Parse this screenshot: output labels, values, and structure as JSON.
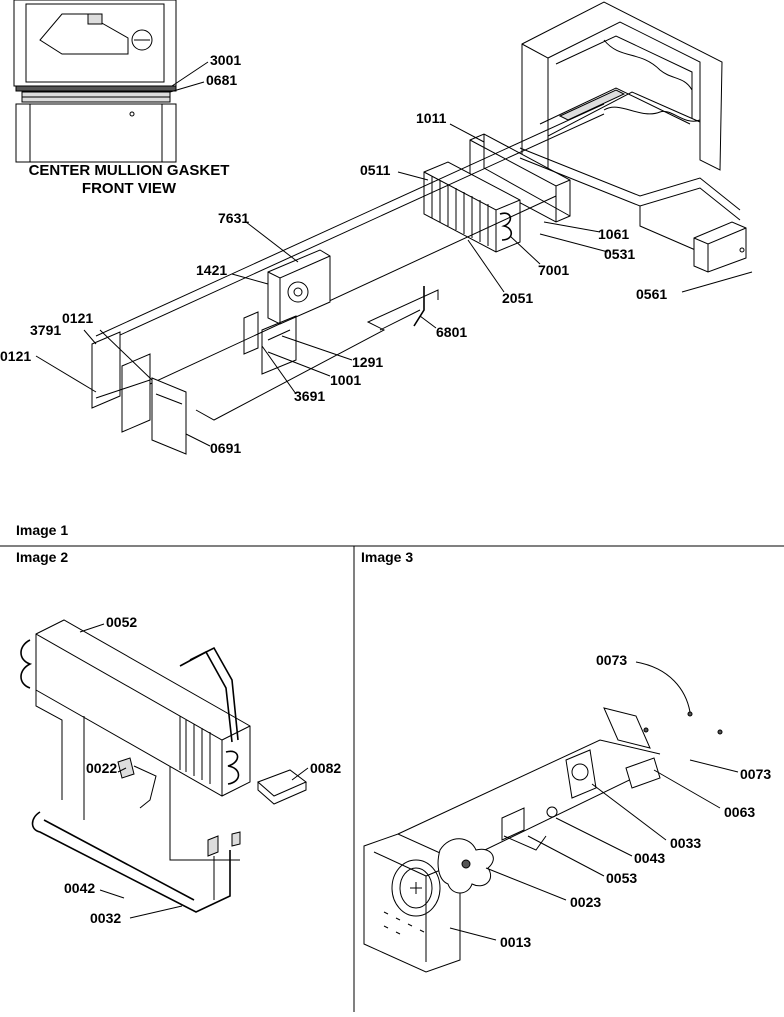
{
  "caption": {
    "line1": "CENTER MULLION GASKET",
    "line2": "FRONT VIEW"
  },
  "sections": {
    "image1": "Image 1",
    "image2": "Image 2",
    "image3": "Image 3"
  },
  "parts_top": [
    "3001",
    "0681",
    "1011",
    "0511",
    "1061",
    "0531",
    "7001",
    "7631",
    "1421",
    "2051",
    "0561",
    "6801",
    "0121",
    "3791",
    "0121",
    "1291",
    "1001",
    "3691",
    "0691"
  ],
  "parts_image2": [
    "0052",
    "0022",
    "0082",
    "0042",
    "0032"
  ],
  "parts_image3": [
    "0073",
    "0073",
    "0063",
    "0033",
    "0043",
    "0053",
    "0023",
    "0013"
  ]
}
